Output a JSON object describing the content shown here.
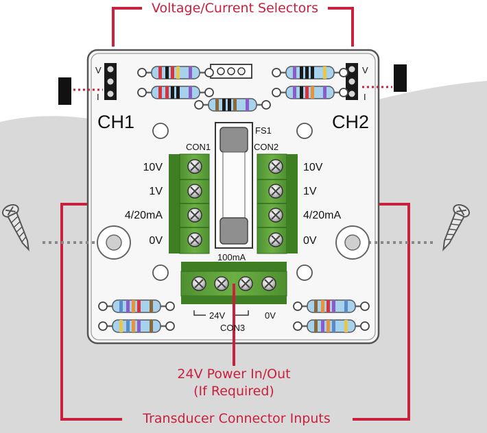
{
  "callouts": {
    "selectors": "Voltage/Current Selectors",
    "power_line1": "24V Power In/Out",
    "power_line2": "(If Required)",
    "inputs": "Transducer Connector Inputs"
  },
  "board": {
    "ch1": "CH1",
    "ch2": "CH2",
    "jumper_v": "V",
    "jumper_i": "I",
    "fuse": "FS1",
    "fuse_rating": "100mA",
    "con1": "CON1",
    "con2": "CON2",
    "con3": "CON3",
    "range_10v": "10V",
    "range_1v": "1V",
    "range_420": "4/20mA",
    "range_0v": "0V",
    "con3_24v": "24V",
    "con3_0v": "0V"
  },
  "colors": {
    "accent": "#c8203d",
    "terminal_green": "#5c9e3a",
    "board_fill": "#f7f7f7",
    "background_gray": "#d9d9d9"
  }
}
